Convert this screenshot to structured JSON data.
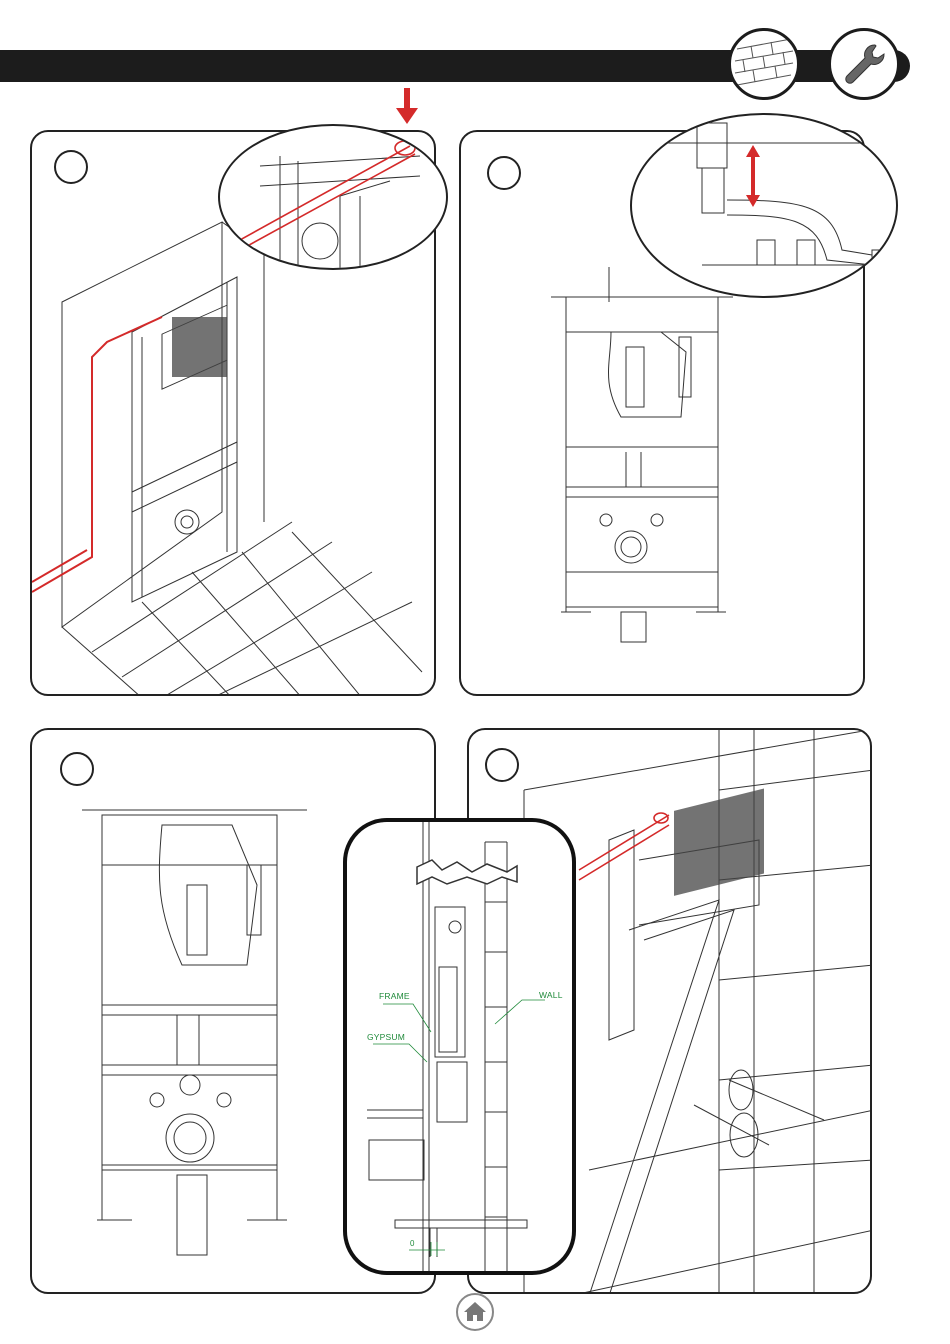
{
  "header": {
    "icons": [
      {
        "name": "brick-wall-icon"
      },
      {
        "name": "wrench-icon"
      }
    ],
    "bar_color": "#1c1c1c"
  },
  "accent_color": "#d42a2a",
  "label_color": "#1f8a3a",
  "steps": [
    {
      "panel": "panel-1",
      "description_icon": "down-arrow-icon"
    },
    {
      "panel": "panel-2",
      "description_icon": "double-arrow-icon"
    },
    {
      "panel": "panel-3"
    },
    {
      "panel": "panel-4"
    }
  ],
  "inset": {
    "labels": {
      "frame": "FRAME",
      "gypsum": "GYPSUM",
      "wall": "WALL"
    },
    "dimension": "0"
  },
  "footer": {
    "home_icon": "home-icon"
  }
}
